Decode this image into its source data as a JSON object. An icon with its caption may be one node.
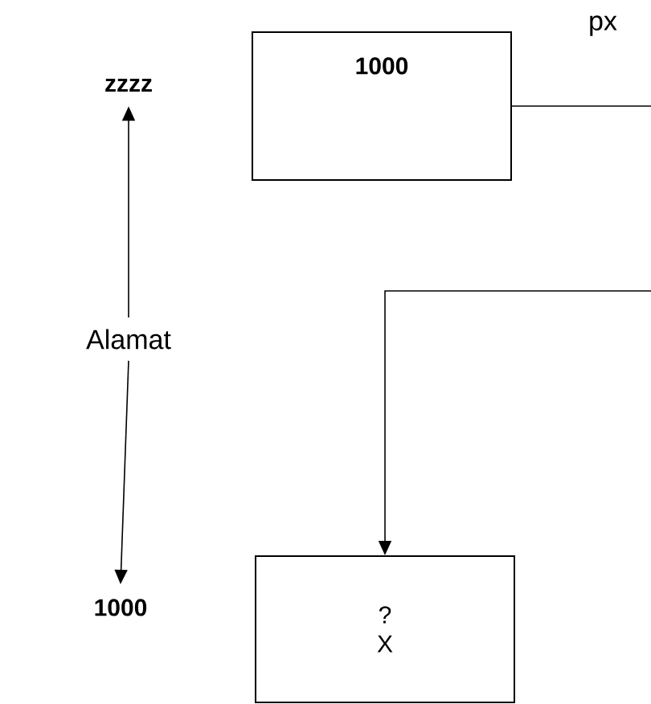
{
  "diagram": {
    "nodes": [
      {
        "text": [
          "zzzz"
        ]
      },
      {
        "text": [
          "1000"
        ]
      },
      {
        "text": [
          "Alamat"
        ]
      },
      {
        "text": [
          "1000"
        ]
      },
      {
        "text": [
          "?",
          "X"
        ]
      }
    ],
    "edges": [
      {
        "from": 1,
        "to": null,
        "arrow": "none"
      },
      {
        "from": null,
        "to": 4,
        "arrow": "to"
      },
      {
        "from": 2,
        "to": 0,
        "arrow": "to"
      },
      {
        "from": 2,
        "to": 3,
        "arrow": "to"
      }
    ],
    "labels": [
      "px"
    ]
  }
}
